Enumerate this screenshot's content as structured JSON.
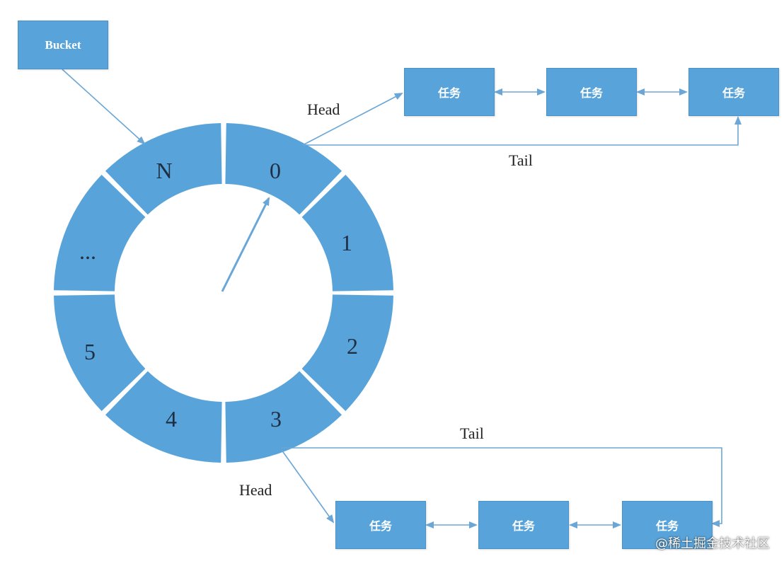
{
  "colors": {
    "node_fill": "#58a4da",
    "node_border": "#4a93c9",
    "ring_fill": "#58a4da",
    "arrow": "#6aa6d6",
    "label_text": "#1e2f44"
  },
  "bucket": {
    "label": "Bucket"
  },
  "ring": {
    "segments": [
      {
        "id": "seg-0",
        "label": "0"
      },
      {
        "id": "seg-1",
        "label": "1"
      },
      {
        "id": "seg-2",
        "label": "2"
      },
      {
        "id": "seg-3",
        "label": "3"
      },
      {
        "id": "seg-4",
        "label": "4"
      },
      {
        "id": "seg-5",
        "label": "5"
      },
      {
        "id": "seg-ellipsis",
        "label": "..."
      },
      {
        "id": "seg-n",
        "label": "N"
      }
    ]
  },
  "top_list": {
    "head_label": "Head",
    "tail_label": "Tail",
    "tasks": [
      {
        "label": "任务"
      },
      {
        "label": "任务"
      },
      {
        "label": "任务"
      }
    ]
  },
  "bottom_list": {
    "head_label": "Head",
    "tail_label": "Tail",
    "tasks": [
      {
        "label": "任务"
      },
      {
        "label": "任务"
      },
      {
        "label": "任务"
      }
    ]
  },
  "watermark": "@稀土掘金技术社区"
}
